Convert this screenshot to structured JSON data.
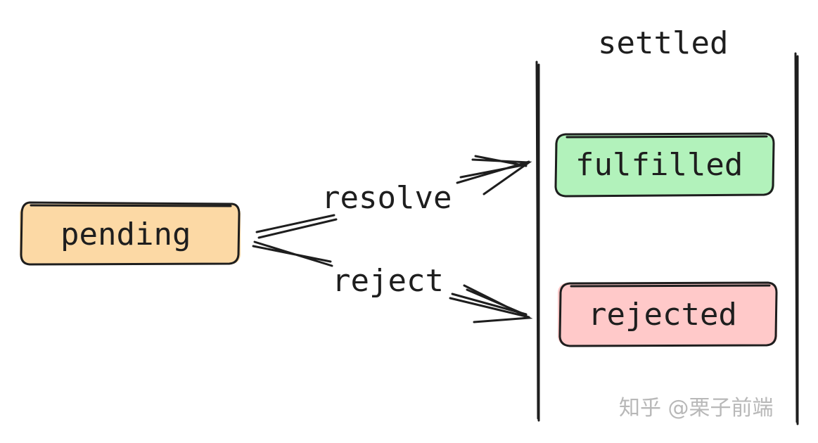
{
  "diagram": {
    "title": "settled",
    "nodes": {
      "pending": {
        "label": "pending",
        "fill": "#fcd9a5"
      },
      "fulfilled": {
        "label": "fulfilled",
        "fill": "#b2f2bb"
      },
      "rejected": {
        "label": "rejected",
        "fill": "#ffc9c9"
      }
    },
    "edges": [
      {
        "from": "pending",
        "to": "fulfilled",
        "label": "resolve"
      },
      {
        "from": "pending",
        "to": "rejected",
        "label": "reject"
      }
    ],
    "stroke_color": "#1e1e1e"
  },
  "watermark": "知乎 @栗子前端"
}
